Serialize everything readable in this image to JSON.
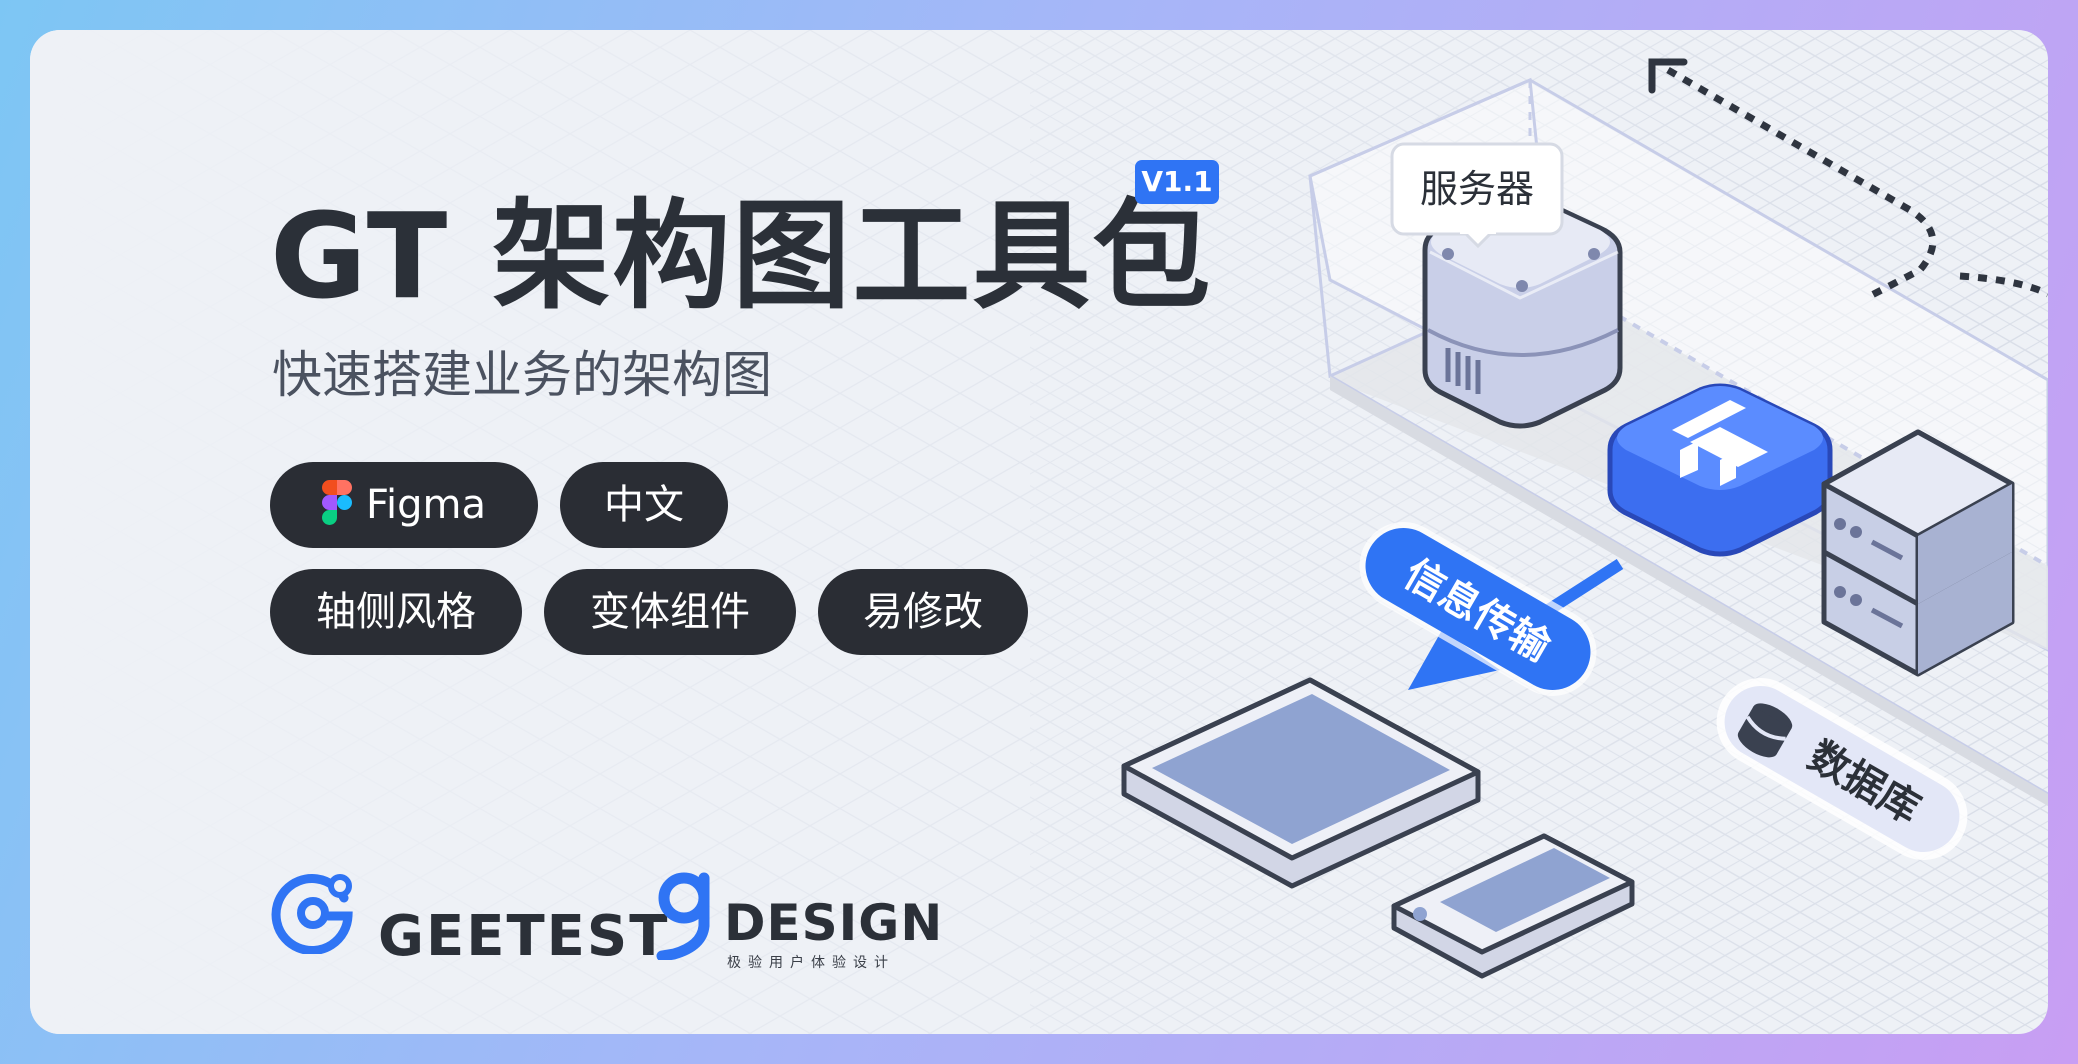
{
  "header": {
    "title": "GT 架构图工具包",
    "version": "V1.1",
    "subtitle": "快速搭建业务的架构图"
  },
  "tags": [
    {
      "label": "Figma",
      "icon": "figma-icon"
    },
    {
      "label": "中文"
    },
    {
      "label": "轴侧风格"
    },
    {
      "label": "变体组件"
    },
    {
      "label": "易修改"
    }
  ],
  "brands": {
    "geetest": "GEETEST",
    "design": "DESIGN",
    "design_sub": "极验用户体验设计"
  },
  "diagram": {
    "server_label": "服务器",
    "message_label": "信息传输",
    "database_label": "数据库"
  },
  "colors": {
    "accent": "#2f74f4",
    "dark": "#2a2d34",
    "card_bg": "#eef1f6",
    "device_fill": "#8fa3d1"
  }
}
